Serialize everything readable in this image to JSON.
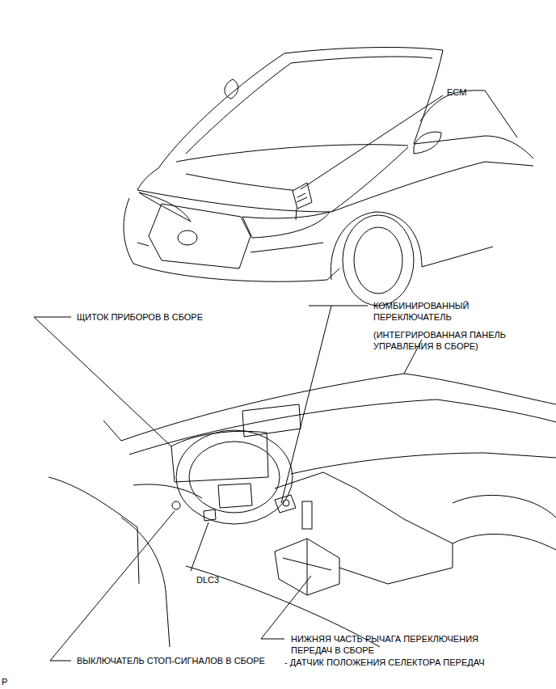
{
  "diagram": {
    "labels": [
      "ECM",
      "ЩИТОК ПРИБОРОВ В СБОРЕ",
      "КОМБИНИРОВАННЫЙ ПЕРЕКЛЮЧАТЕЛЬ",
      "(ИНТЕГРИРОВАННАЯ ПАНЕЛЬ УПРАВЛЕНИЯ В СБОРЕ)",
      "DLC3",
      "НИЖНЯЯ ЧАСТЬ РЫЧАГА ПЕРЕКЛЮЧЕНИЯ ПЕРЕДАЧ В СБОРЕ",
      "- ДАТЧИК ПОЛОЖЕНИЯ СЕЛЕКТОРА ПЕРЕДАЧ",
      "ВЫКЛЮЧАТЕЛЬ СТОП-СИГНАЛОВ В СБОРЕ",
      "P"
    ]
  }
}
